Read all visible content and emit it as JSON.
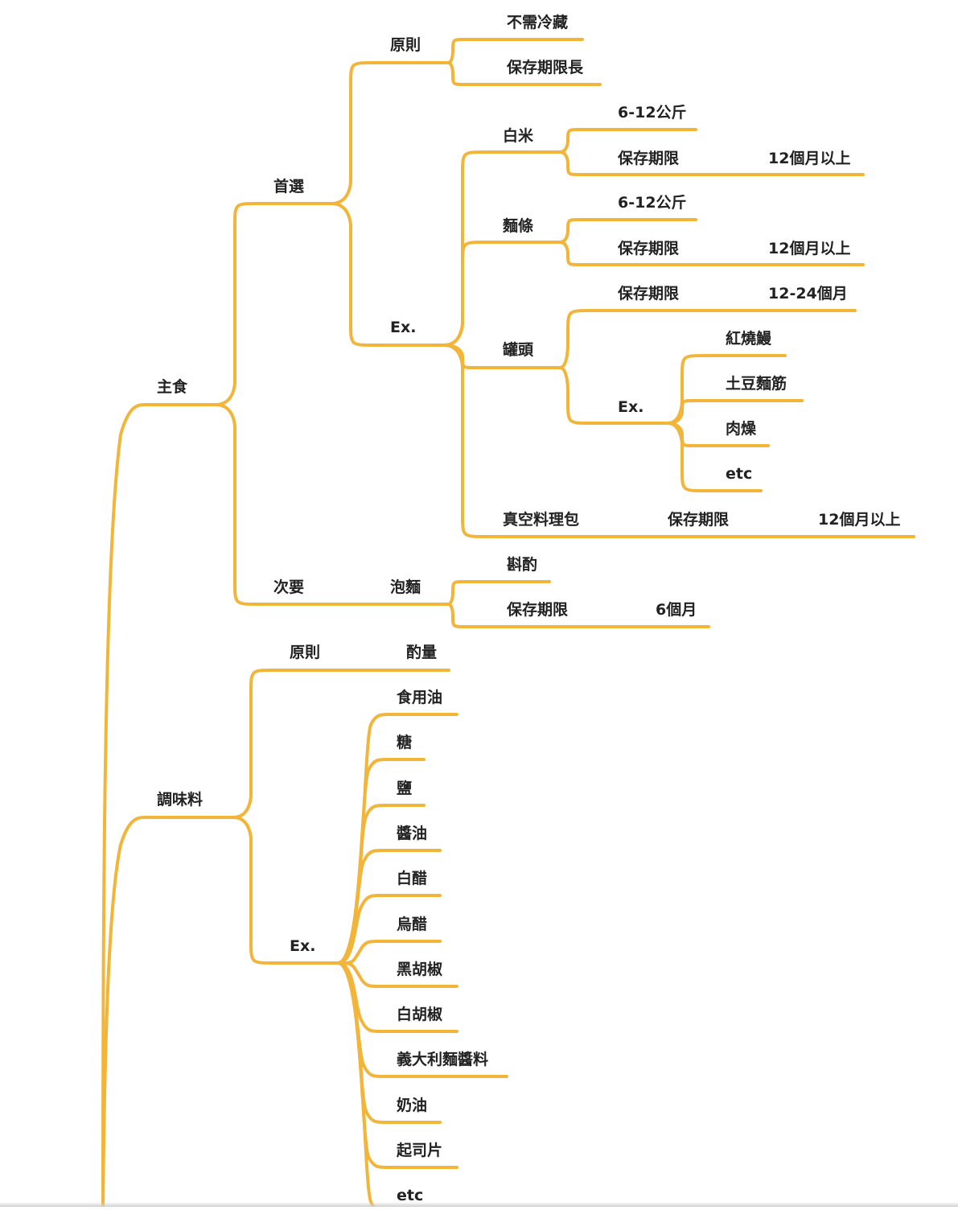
{
  "theme": {
    "line_color": "#F2B53A",
    "text_color": "#222222"
  },
  "mindmap": {
    "staple": {
      "label": "主食",
      "preferred": {
        "label": "首選",
        "principle": {
          "label": "原則",
          "items": [
            "不需冷藏",
            "保存期限長"
          ]
        },
        "examples": {
          "label": "Ex.",
          "rice": {
            "label": "白米",
            "weight": "6-12公斤",
            "shelf_label": "保存期限",
            "shelf_value": "12個月以上"
          },
          "noodles": {
            "label": "麵條",
            "weight": "6-12公斤",
            "shelf_label": "保存期限",
            "shelf_value": "12個月以上"
          },
          "canned": {
            "label": "罐頭",
            "shelf_label": "保存期限",
            "shelf_value": "12-24個月",
            "ex_label": "Ex.",
            "items": [
              "紅燒鰻",
              "土豆麵筋",
              "肉燥",
              "etc"
            ]
          },
          "retort": {
            "label": "真空料理包",
            "shelf_label": "保存期限",
            "shelf_value": "12個月以上"
          }
        }
      },
      "secondary": {
        "label": "次要",
        "instant_noodles": {
          "label": "泡麵",
          "note": "斟酌",
          "shelf_label": "保存期限",
          "shelf_value": "6個月"
        }
      }
    },
    "seasoning": {
      "label": "調味料",
      "principle": {
        "label": "原則",
        "value": "酌量"
      },
      "examples": {
        "label": "Ex.",
        "items": [
          "食用油",
          "糖",
          "鹽",
          "醬油",
          "白醋",
          "烏醋",
          "黑胡椒",
          "白胡椒",
          "義大利麵醬料",
          "奶油",
          "起司片",
          "etc"
        ]
      }
    }
  }
}
